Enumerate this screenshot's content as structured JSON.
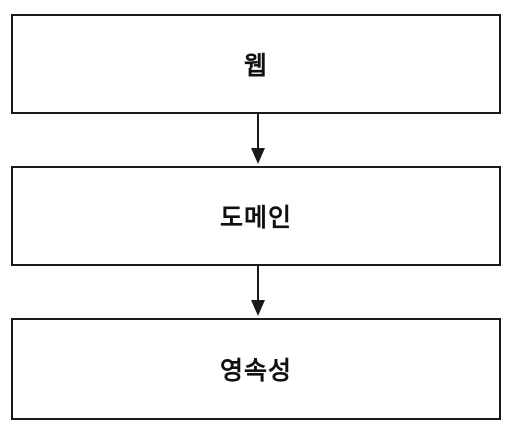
{
  "layers": [
    {
      "id": "web",
      "label": "웹"
    },
    {
      "id": "domain",
      "label": "도메인"
    },
    {
      "id": "persistence",
      "label": "영속성"
    }
  ],
  "arrows": [
    {
      "from": "web",
      "to": "domain"
    },
    {
      "from": "domain",
      "to": "persistence"
    }
  ],
  "colors": {
    "stroke": "#1a1a1a",
    "background": "#ffffff"
  }
}
